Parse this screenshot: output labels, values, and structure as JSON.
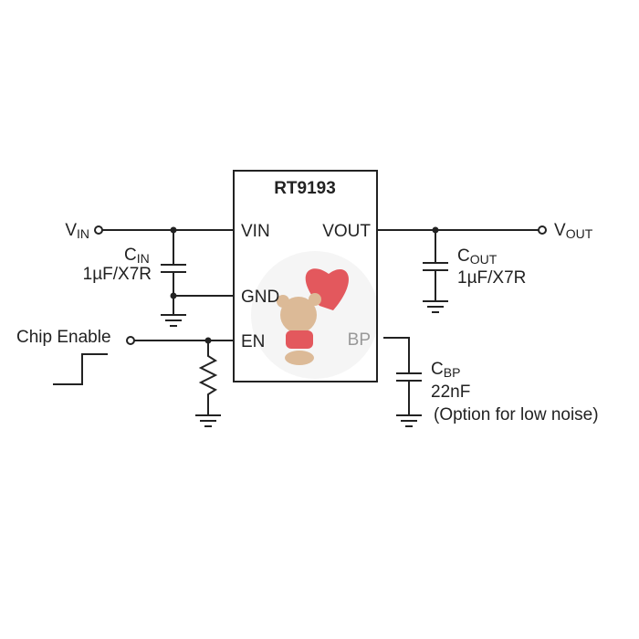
{
  "chip": {
    "name": "RT9193",
    "pins": {
      "vin": "VIN",
      "vout": "VOUT",
      "gnd": "GND",
      "en": "EN",
      "bp": "BP"
    }
  },
  "labels": {
    "vin": {
      "main": "V",
      "sub": "IN"
    },
    "vout": {
      "main": "V",
      "sub": "OUT"
    },
    "chip_enable": "Chip Enable",
    "cin": {
      "main": "C",
      "sub": "IN",
      "value": "1µF/X7R"
    },
    "cout": {
      "main": "C",
      "sub": "OUT",
      "value": "1µF/X7R"
    },
    "cbp": {
      "main": "C",
      "sub": "BP",
      "value": "22nF",
      "note": "(Option for low noise)"
    }
  }
}
